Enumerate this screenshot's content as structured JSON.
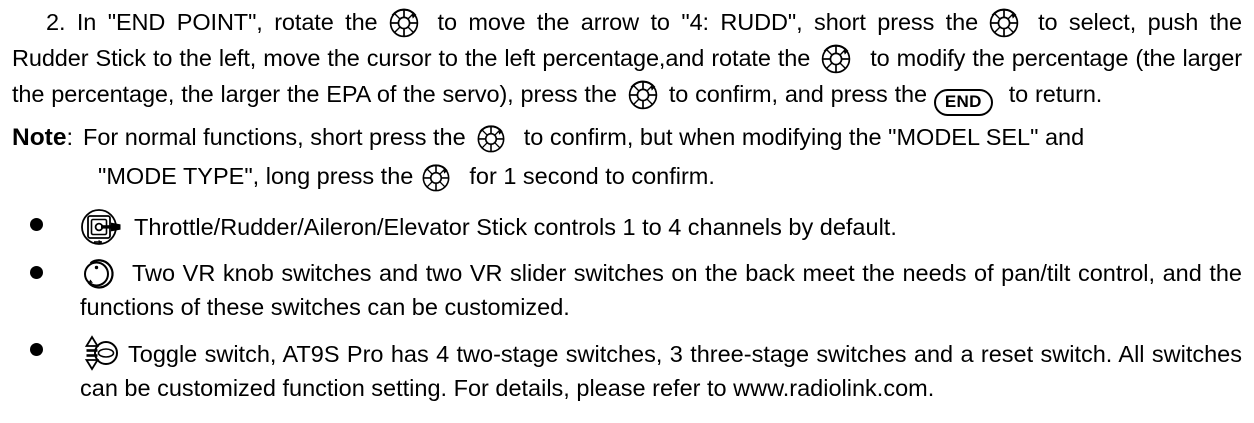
{
  "document": {
    "type": "instruction-manual-page",
    "background": "#ffffff",
    "text_color": "#000000"
  },
  "step": {
    "number": "2.",
    "text_1": "In \"END POINT\", rotate the",
    "text_2": "to move the arrow to \"4: RUDD\", short press the",
    "text_3": "to select, push the Rudder Stick to the left, move the cursor to the left percentage,and rotate the",
    "text_4": "to modify the percentage (the larger the percentage, the larger the EPA of the servo), press the",
    "text_5": "to confirm, and press the",
    "end_key_label": "END",
    "text_6": "to return."
  },
  "note": {
    "label": "Note",
    "colon": ":",
    "line1_before": "For normal functions, short press the",
    "line1_after": "to confirm, but when modifying the \"MODEL SEL\" and",
    "line2_before": "\"MODE TYPE\",   long press the",
    "line2_after": "for 1 second to confirm."
  },
  "bullets": [
    {
      "icon": "gimbal-stick-icon",
      "text": "Throttle/Rudder/Aileron/Elevator Stick controls 1 to 4 channels by default."
    },
    {
      "icon": "vr-knob-icon",
      "text": "Two VR knob switches and two VR slider switches on the back meet the needs of pan/tilt control, and the functions of these switches can be customized."
    },
    {
      "icon": "toggle-switch-icon",
      "text": "Toggle switch, AT9S Pro has 4 two-stage switches, 3 three-stage switches and a reset switch. All switches can be customized function setting. For details, please refer to www.radiolink.com."
    }
  ],
  "icons": {
    "dial": "rotary-dial-icon",
    "gimbal": "gimbal-stick-icon",
    "knob": "vr-knob-icon",
    "toggle": "toggle-switch-icon"
  }
}
